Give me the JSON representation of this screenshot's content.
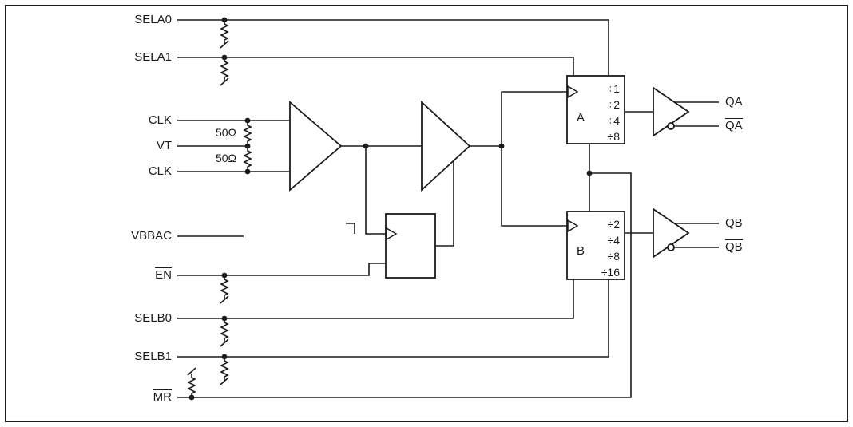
{
  "pins": {
    "sela0": "SELA0",
    "sela1": "SELA1",
    "clk": "CLK",
    "vt": "VT",
    "clk_b": "CLK",
    "vbbac": "VBBAC",
    "en_b": "EN",
    "selb0": "SELB0",
    "selb1": "SELB1",
    "mr_b": "MR"
  },
  "resistors": {
    "input_term_1": "50Ω",
    "input_term_2": "50Ω"
  },
  "divider_a": {
    "label": "A",
    "ratios": [
      "÷1",
      "÷2",
      "÷4",
      "÷8"
    ]
  },
  "divider_b": {
    "label": "B",
    "ratios": [
      "÷2",
      "÷4",
      "÷8",
      "÷16"
    ]
  },
  "outputs": {
    "qa": "QA",
    "qa_b": "QA",
    "qb": "QB",
    "qb_b": "QB"
  },
  "colors": {
    "stroke": "#1c1c1c",
    "background": "#ffffff"
  }
}
